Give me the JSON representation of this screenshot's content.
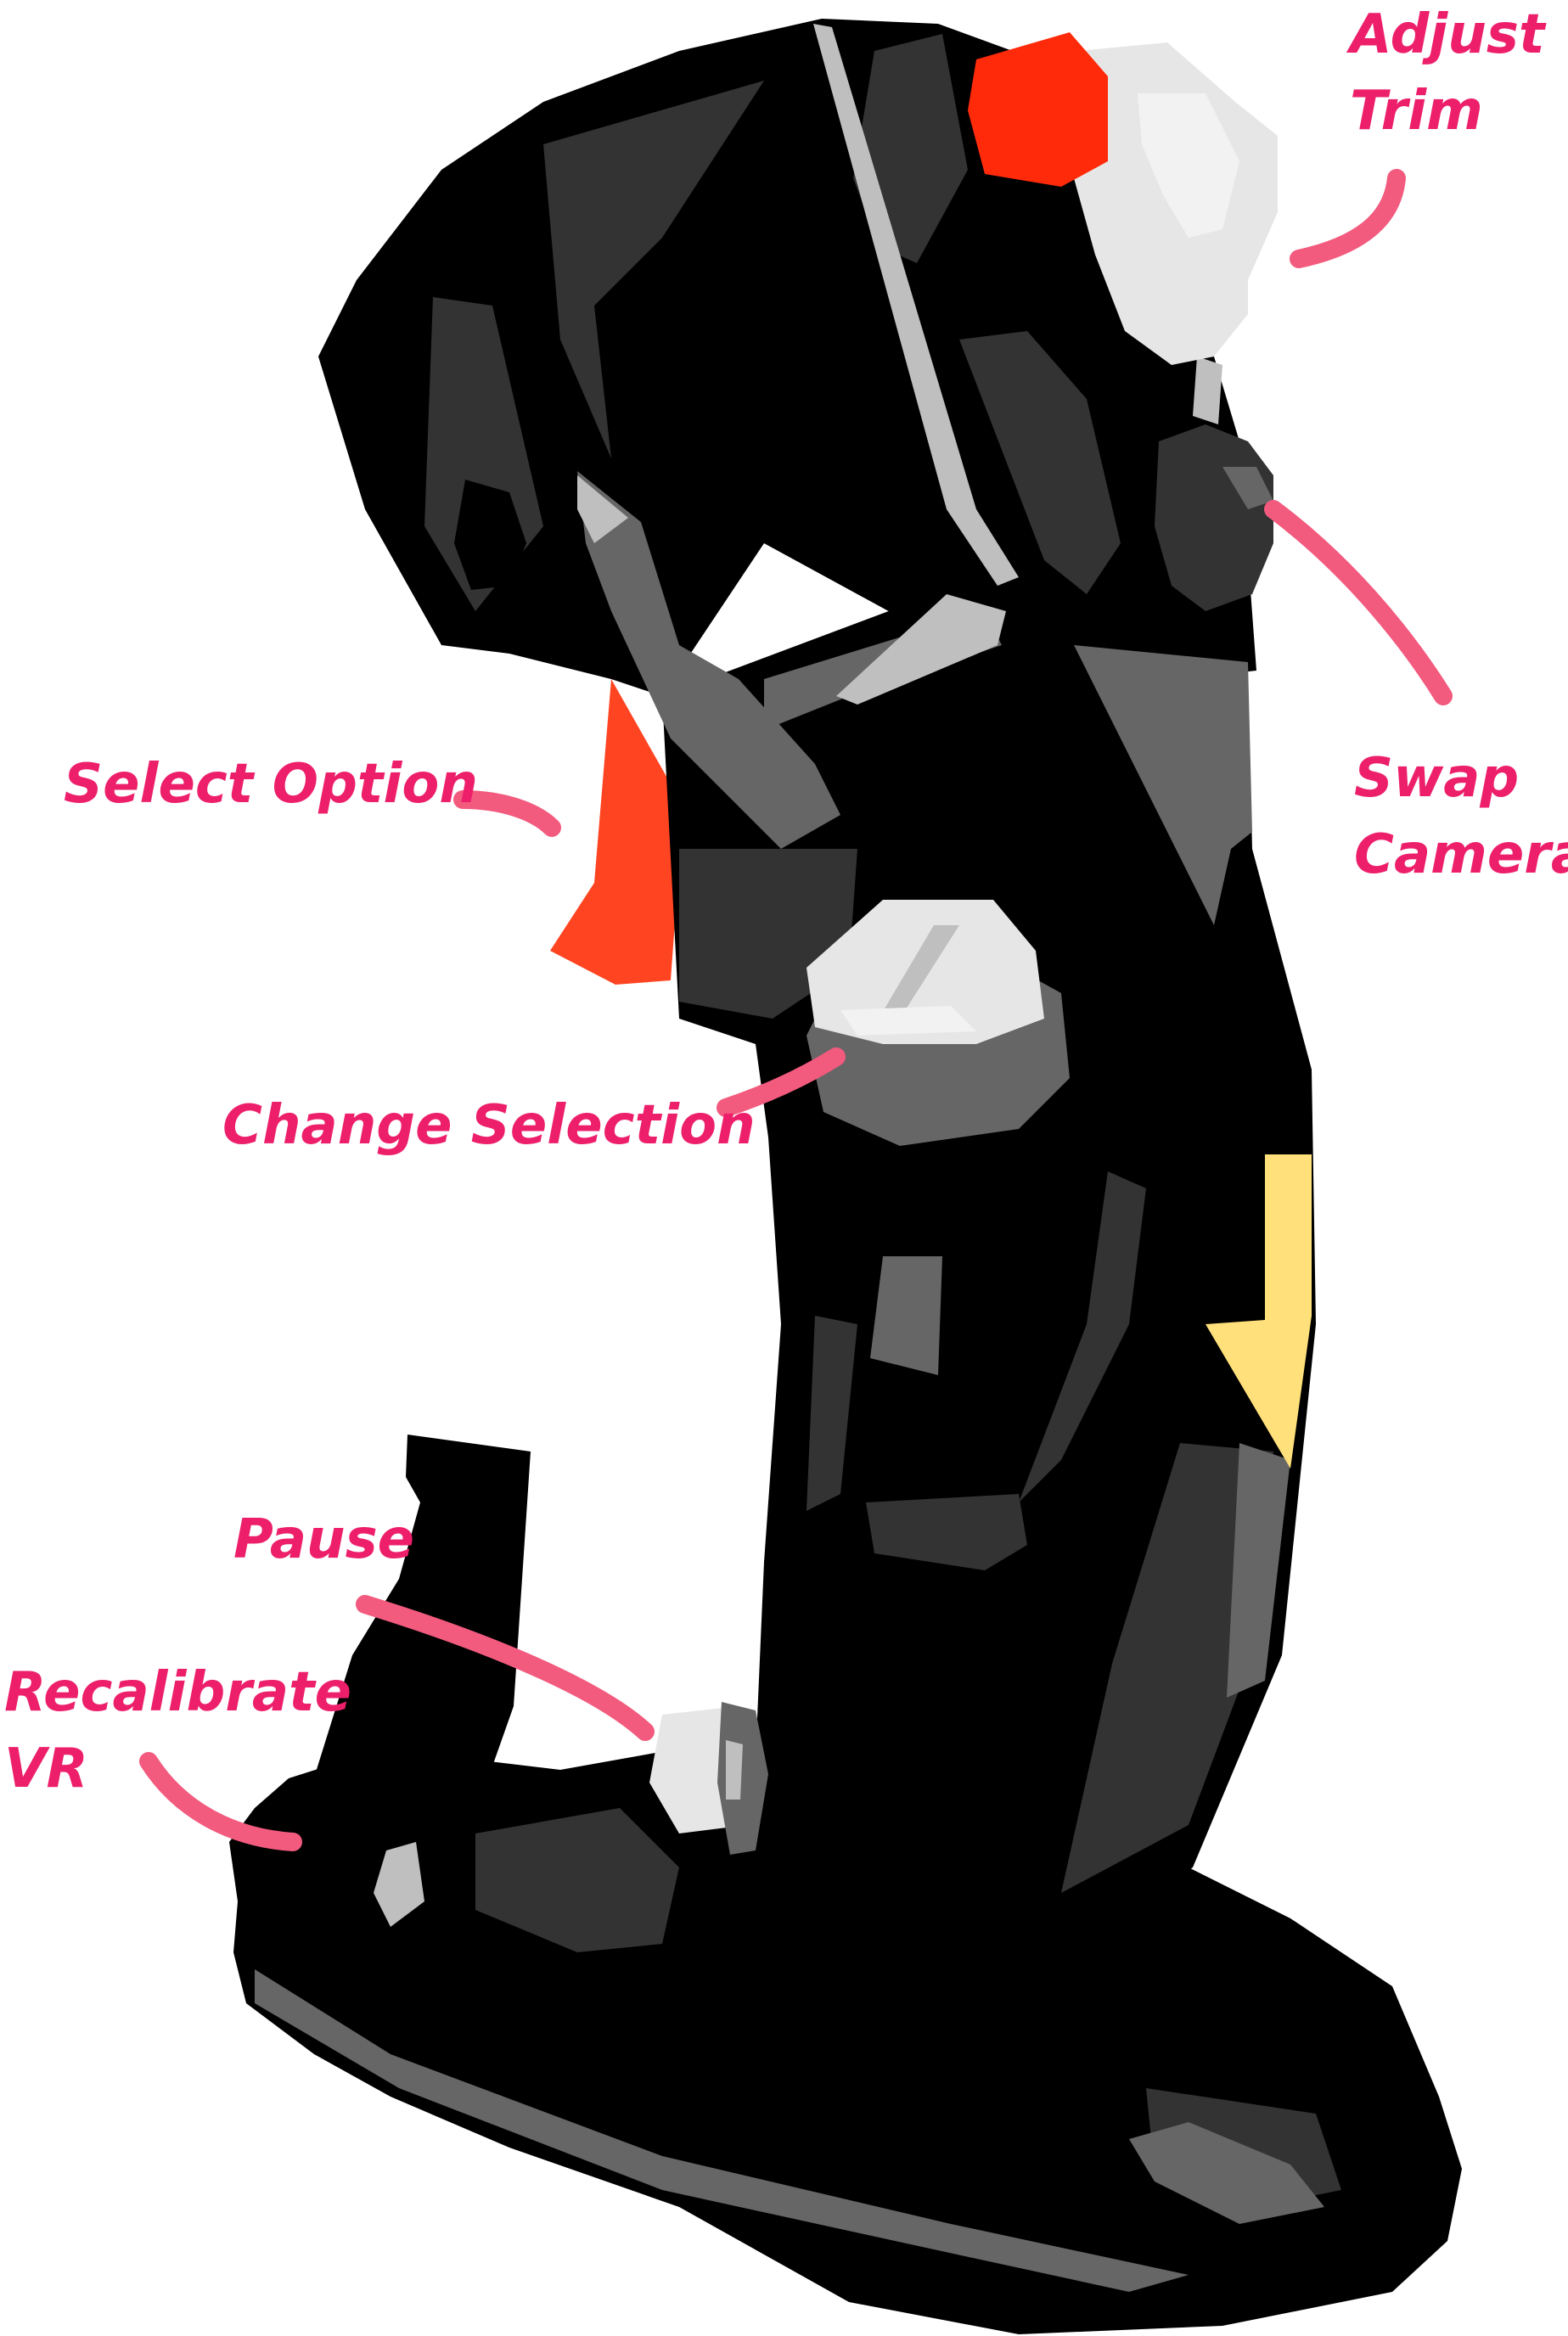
{
  "labels": {
    "adjust_trim": [
      "Adjust",
      "Trim"
    ],
    "swap_camera": [
      "Swap",
      "Camera"
    ],
    "select_option": "Select Option",
    "change_selection": "Change Selection",
    "pause": "Pause",
    "recalibrate_vr": [
      "Recalibrate",
      "VR"
    ]
  },
  "colors": {
    "label_text": "#ed1f6b",
    "pointer_stroke": "#f25a7e",
    "body_black": "#000000",
    "dark_gray": "#333333",
    "mid_gray": "#666666",
    "light_gray": "#bfbfbf",
    "hat_light": "#e6e6e6",
    "trigger_orange": "#ff4422",
    "trim_red": "#ff2a0a",
    "arrow_yellow": "#ffe07a"
  }
}
